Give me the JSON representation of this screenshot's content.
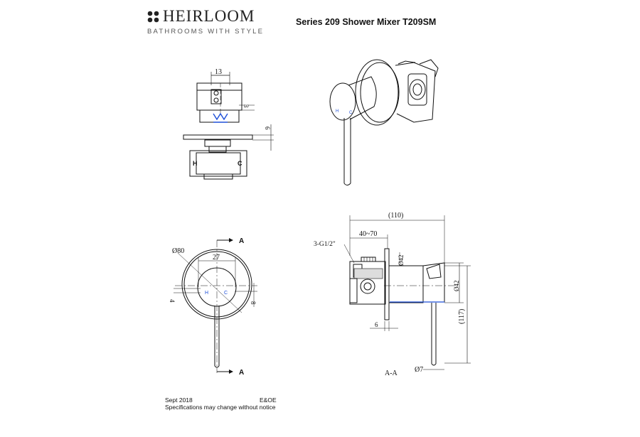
{
  "brand": {
    "name": "HEIRLOOM",
    "tagline": "BATHROOMS WITH STYLE"
  },
  "title": "Series 209 Shower Mixer T209SM",
  "footer": {
    "date": "Sept 2018",
    "eoe": "E&OE",
    "notice": "Specifications may change without notice"
  },
  "views": {
    "side": {
      "dim_width": "13",
      "dim_gap": "3",
      "dim_plate": "6",
      "label_hot": "H",
      "label_cold": "C"
    },
    "front": {
      "dim_plate_dia": "Ø80",
      "dim_lever_offset": "27",
      "dim_small": "4",
      "dim_edge": "8",
      "label_hot": "H",
      "label_cold": "C",
      "section_mark_top": "A",
      "section_mark_bottom": "A"
    },
    "section": {
      "dim_overall": "(110)",
      "dim_depth": "40~70",
      "dim_thread": "3-G1/2\"",
      "dim_body_dia": "Ø42",
      "dim_handle_dia": "Ø42",
      "dim_plate_thk": "6",
      "dim_height": "(117)",
      "dim_lever_dia": "Ø7",
      "label": "A-A"
    },
    "iso": {
      "label_hot": "H",
      "label_cold": "C"
    }
  },
  "colors": {
    "hot": "#1e4fd8",
    "cold": "#1e4fd8",
    "line": "#111111"
  }
}
